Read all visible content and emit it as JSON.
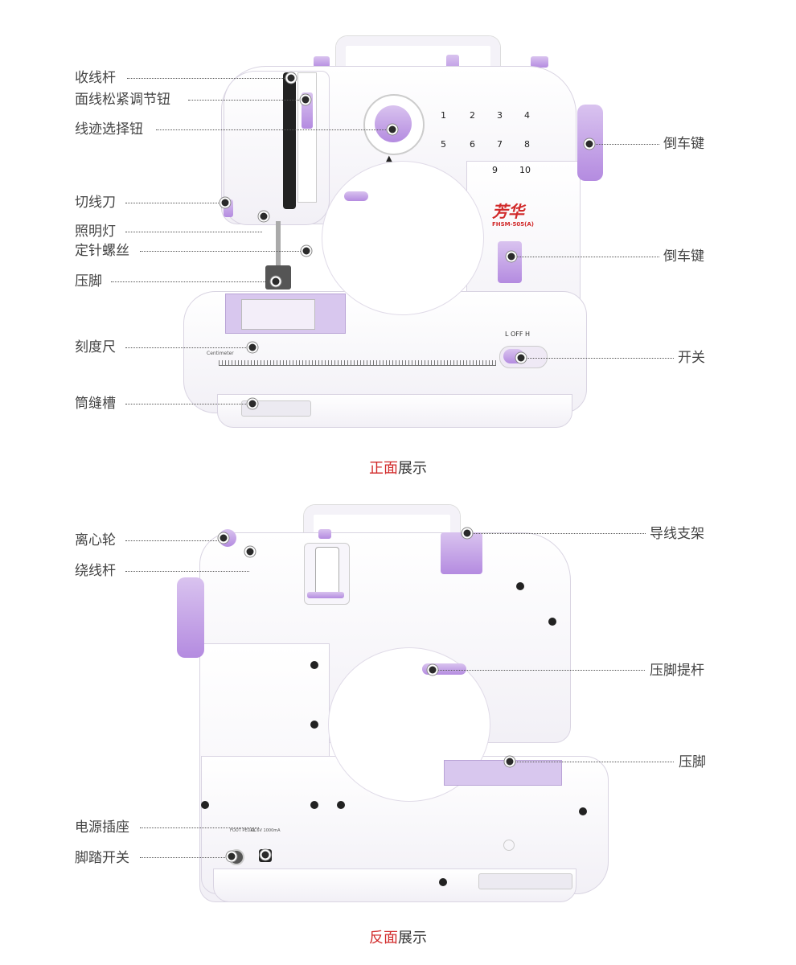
{
  "front": {
    "labels_left": [
      {
        "text": "收线杆"
      },
      {
        "text": "面线松紧调节钮"
      },
      {
        "text": "线迹选择钮"
      },
      {
        "text": "切线刀"
      },
      {
        "text": "照明灯"
      },
      {
        "text": "定针螺丝"
      },
      {
        "text": "压脚"
      },
      {
        "text": "刻度尺"
      },
      {
        "text": "筒缝槽"
      }
    ],
    "labels_right": [
      {
        "text": "倒车键"
      },
      {
        "text": "倒车键"
      },
      {
        "text": "开关"
      }
    ],
    "brand": "芳华",
    "model": "FHSM-505(A)",
    "switch_text": "L  OFF  H",
    "ruler_label": "Centimeter",
    "stitch_numbers": [
      "1",
      "2",
      "3",
      "4",
      "5",
      "6",
      "7",
      "8",
      "9",
      "10"
    ],
    "caption_red": "正面",
    "caption_black": "展示"
  },
  "back": {
    "labels_left": [
      {
        "text": "离心轮"
      },
      {
        "text": "绕线杆"
      },
      {
        "text": "电源插座"
      },
      {
        "text": "脚踏开关"
      }
    ],
    "labels_right": [
      {
        "text": "导线支架"
      },
      {
        "text": "压脚提杆"
      },
      {
        "text": "压脚"
      }
    ],
    "port_text_1": "FOOT PEDAL",
    "port_text_2": "DC6V 1000mA",
    "caption_red": "反面",
    "caption_black": "展示"
  },
  "colors": {
    "accent_lilac": "#b48be0",
    "caption_red": "#d12a2a"
  }
}
